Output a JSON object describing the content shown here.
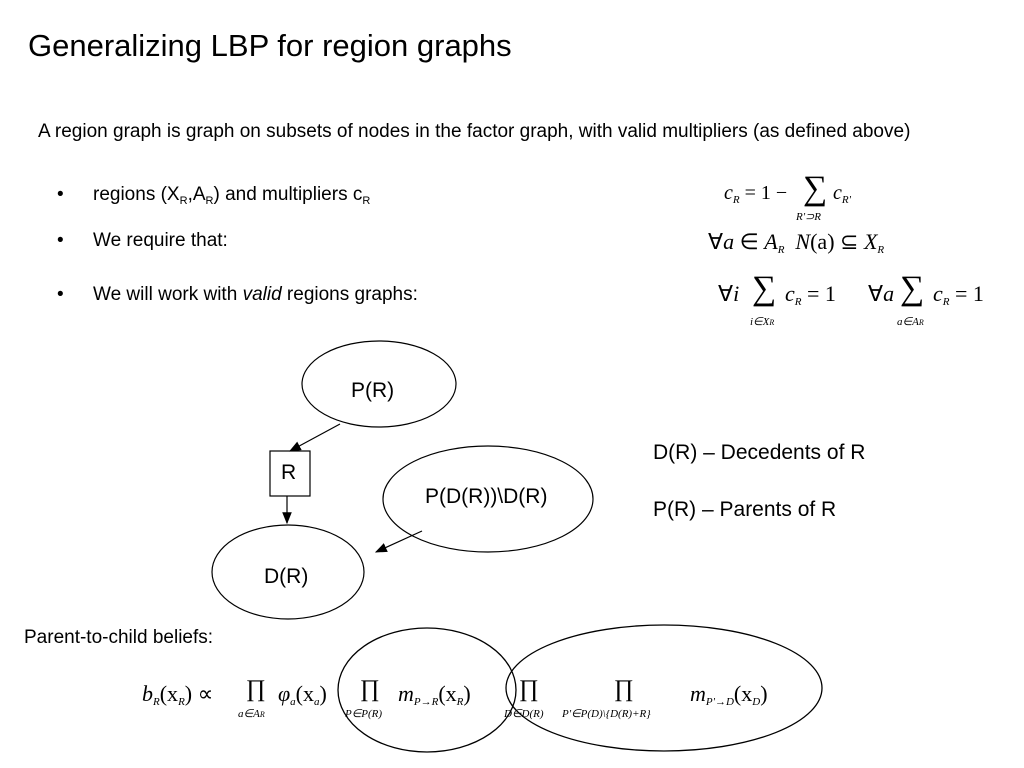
{
  "title": "Generalizing LBP for region graphs",
  "intro": "A region graph is graph on subsets of nodes in the factor graph, with valid multipliers (as defined above)",
  "bullets": {
    "b1": {
      "pre": "regions (X",
      "sub1": "R",
      "mid1": ",A",
      "sub2": "R",
      "mid2": ") and multipliers c",
      "sub3": "R"
    },
    "b2": {
      "text": "We require that:"
    },
    "b3": {
      "pre": "We will work with ",
      "em": "valid",
      "post": " regions graphs:"
    }
  },
  "formulas": {
    "f1": {
      "lhs": "c",
      "lhs_sub": "R",
      "eq": "= 1 −",
      "sigma": "∑",
      "under": "R'⊃R",
      "term": "c",
      "term_sub": "R'"
    },
    "f2": {
      "forall": "∀",
      "a": "a",
      "in": "∈",
      "A": "A",
      "A_sub": "R",
      "N": "N",
      "arg": "(a)",
      "subseteq": "⊆",
      "X": "X",
      "X_sub": "R"
    },
    "f3": {
      "forall1": "∀",
      "i": "i",
      "sigma1": "∑",
      "under1": "i∈X",
      "under1_sub": "R",
      "c1": "c",
      "c1_sub": "R",
      "eq1": "= 1",
      "forall2": "∀",
      "a": "a",
      "sigma2": "∑",
      "under2": "a∈A",
      "under2_sub": "R",
      "c2": "c",
      "c2_sub": "R",
      "eq2": "= 1"
    }
  },
  "nodes": {
    "parent": "P(R)",
    "region": "R",
    "other_parents": "P(D(R))\\D(R)",
    "descendants": "D(R)"
  },
  "legend": {
    "desc": "D(R) – Decedents of R",
    "parents": "P(R) – Parents of R"
  },
  "beliefs": {
    "label": "Parent-to-child beliefs:",
    "b": "b",
    "b_sub": "R",
    "x1": "(x",
    "x1_sub": "R",
    "x1_end": ")",
    "prop": "∝",
    "prod1": "∏",
    "prod1_under": "a∈A",
    "prod1_under_sub": "R",
    "phi": "φ",
    "phi_sub": "a",
    "phi_arg": "(x",
    "phi_arg_sub": "a",
    "phi_end": ")",
    "prod2": "∏",
    "prod2_under": "P∈P(R)",
    "m1": "m",
    "m1_sub": "P→R",
    "m1_arg": "(x",
    "m1_arg_sub": "R",
    "m1_end": ")",
    "prod3": "∏",
    "prod3_under": "D∈D(R)",
    "prod4": "∏",
    "prod4_under": "P'∈P(D)\\{D(R)+R}",
    "m2": "m",
    "m2_sub": "P'→D",
    "m2_arg": "(x",
    "m2_arg_sub": "D",
    "m2_end": ")"
  }
}
